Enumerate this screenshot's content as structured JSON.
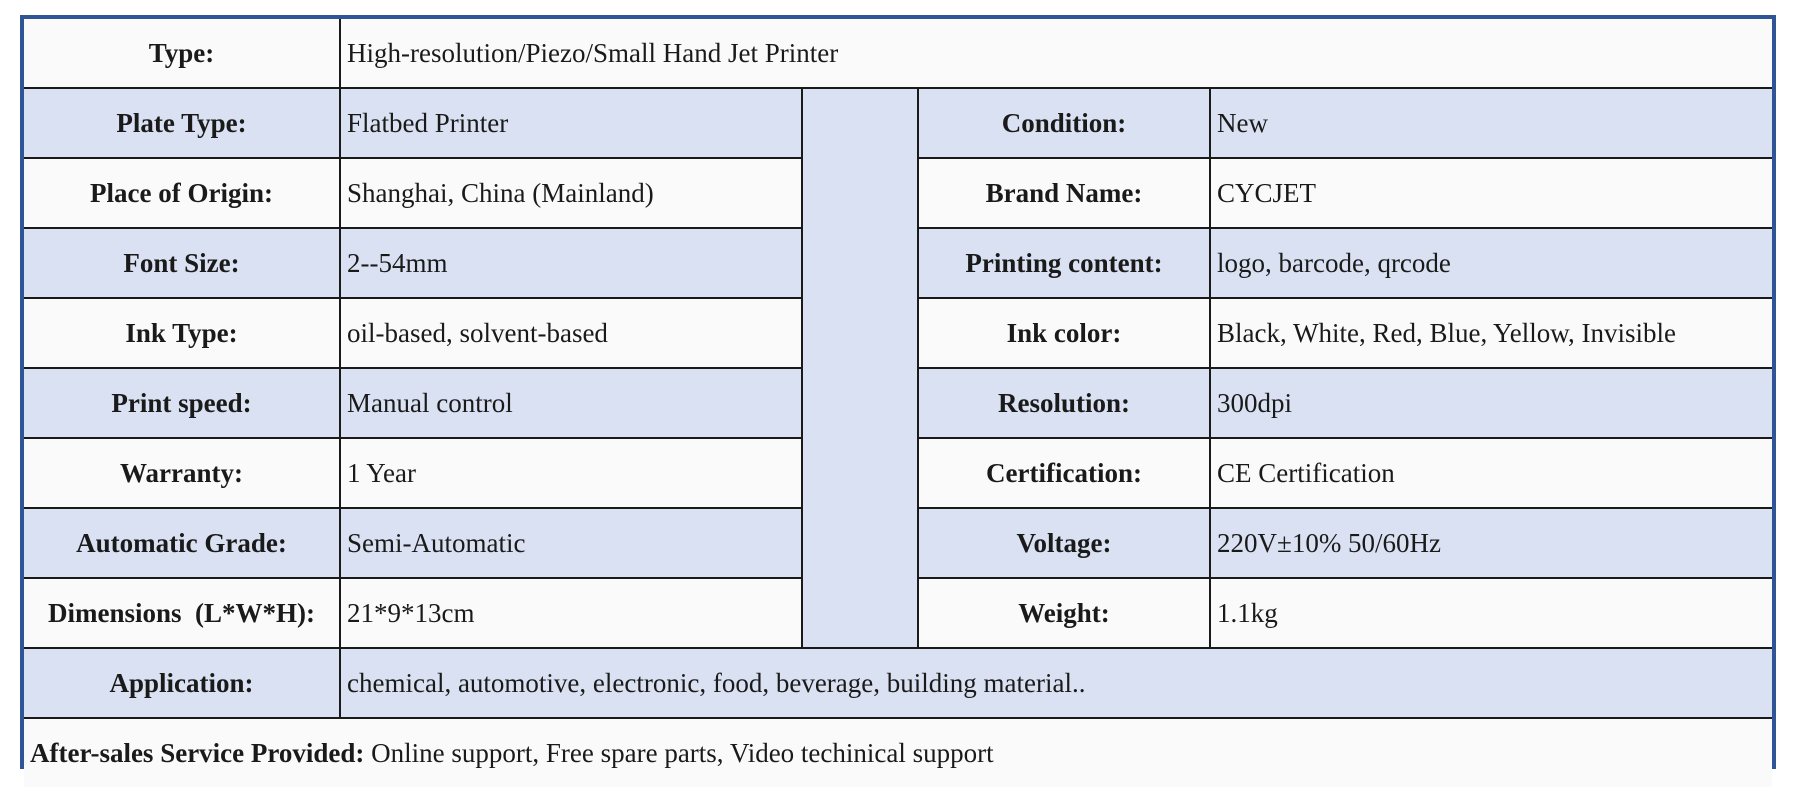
{
  "type_row": {
    "label": "Type:",
    "value": "High-resolution/Piezo/Small Hand Jet Printer"
  },
  "rows": [
    {
      "l_label": "Plate Type:",
      "l_value": "Flatbed Printer",
      "r_label": "Condition:",
      "r_value": "New"
    },
    {
      "l_label": "Place of Origin:",
      "l_value": "Shanghai, China (Mainland)",
      "r_label": "Brand Name:",
      "r_value": "CYCJET"
    },
    {
      "l_label": "Font Size:",
      "l_value": "2--54mm",
      "r_label": "Printing content:",
      "r_value": "logo, barcode, qrcode"
    },
    {
      "l_label": "Ink Type:",
      "l_value": "oil-based, solvent-based",
      "r_label": "Ink color:",
      "r_value": "Black, White, Red, Blue, Yellow, Invisible"
    },
    {
      "l_label": "Print speed:",
      "l_value": "Manual control",
      "r_label": "Resolution:",
      "r_value": "300dpi"
    },
    {
      "l_label": "Warranty:",
      "l_value": "1 Year",
      "r_label": "Certification:",
      "r_value": "CE Certification"
    },
    {
      "l_label": "Automatic Grade:",
      "l_value": "Semi-Automatic",
      "r_label": "Voltage:",
      "r_value": "220V±10% 50/60Hz"
    },
    {
      "l_label": "Dimensions  (L*W*H):",
      "l_value": "21*9*13cm",
      "r_label": "Weight:",
      "r_value": "1.1kg"
    }
  ],
  "application_row": {
    "label": "Application:",
    "value": "chemical, automotive, electronic, food, beverage, building material.."
  },
  "after_sales": {
    "label": "After-sales Service Provided:",
    "value": " Online support, Free spare parts, Video techinical support"
  },
  "colors": {
    "border": "#2f5597",
    "shade": "#d9e1f2",
    "plain": "#fafafa",
    "text": "#1a1a1a"
  }
}
